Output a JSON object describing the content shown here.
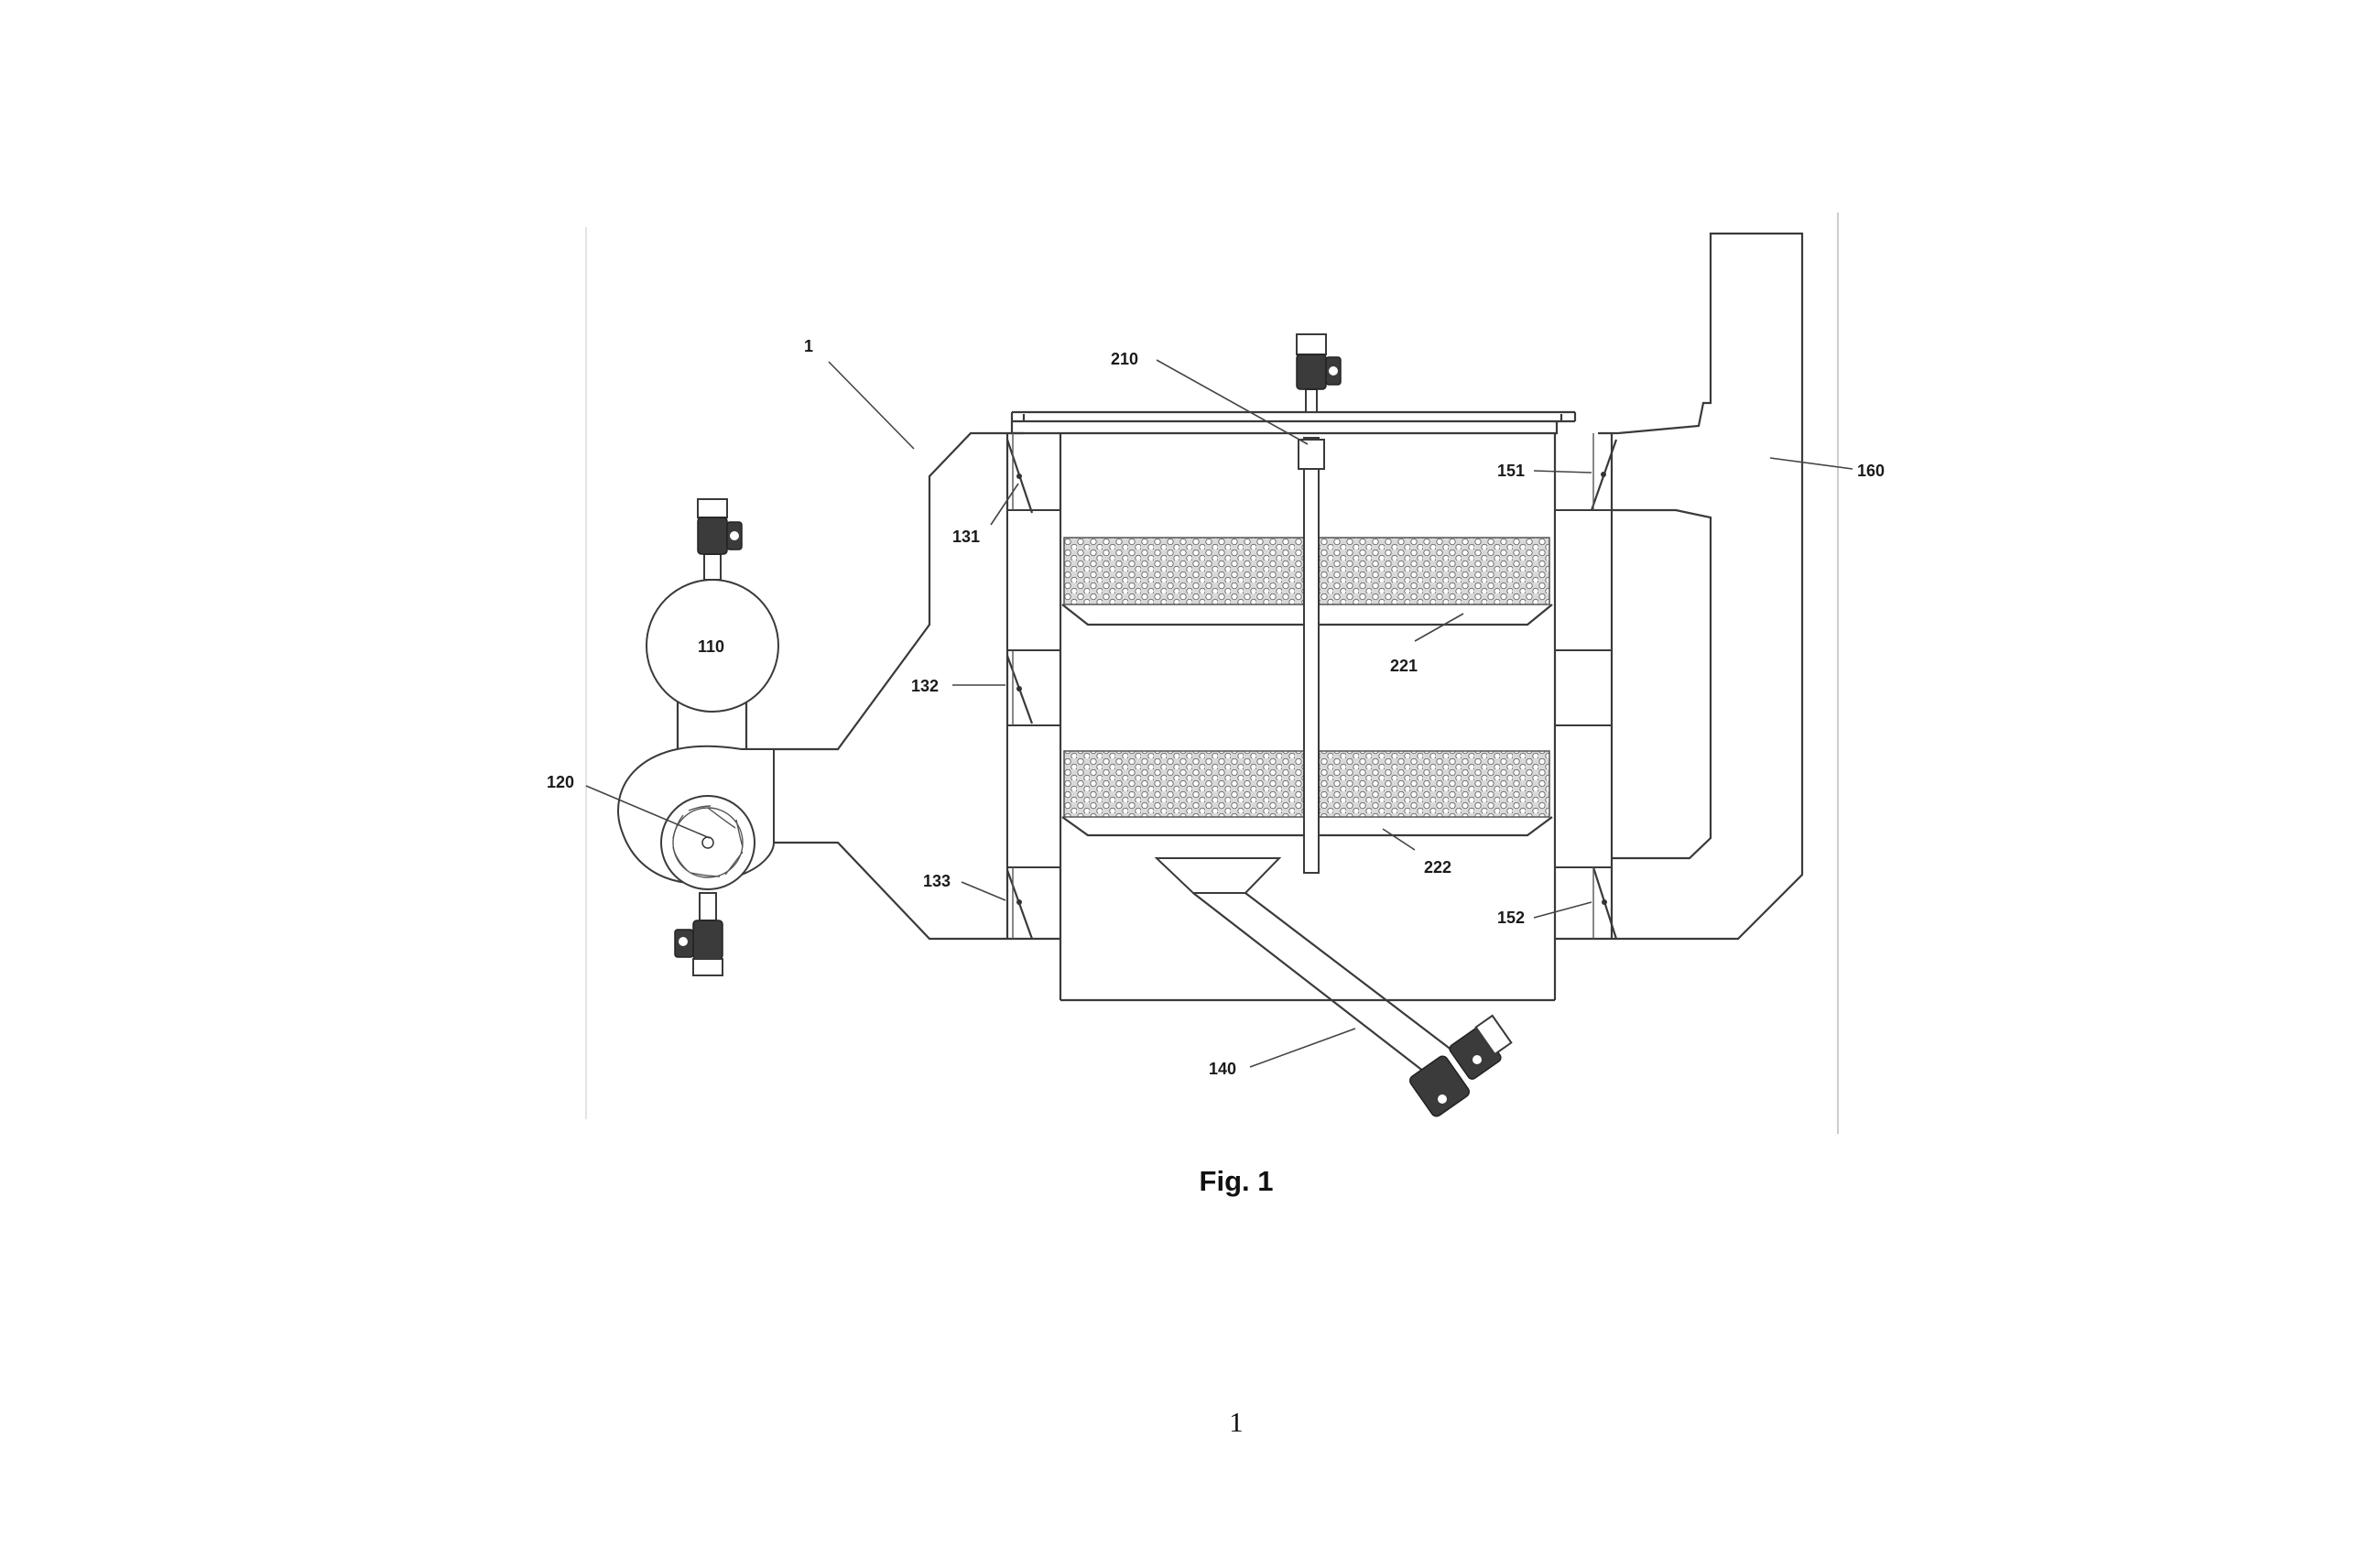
{
  "figure": {
    "caption": "Fig. 1",
    "page_number": "1",
    "reference_labels": {
      "apparatus": "1",
      "unit_110": "110",
      "fan_120": "120",
      "damper_131": "131",
      "damper_132": "132",
      "damper_133": "133",
      "screw_conveyor_140": "140",
      "damper_151": "151",
      "damper_152": "152",
      "stack_160": "160",
      "agitator_210": "210",
      "tray_221": "221",
      "tray_222": "222"
    }
  }
}
